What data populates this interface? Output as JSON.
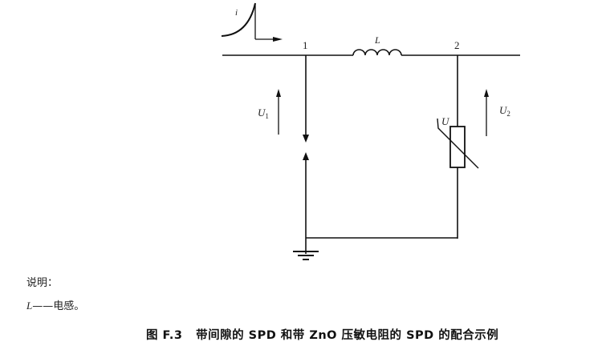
{
  "diagram": {
    "labels": {
      "current": "i",
      "node1": "1",
      "node2": "2",
      "inductor": "L",
      "voltage1_main": "U",
      "voltage1_sub": "1",
      "voltage2_main": "U",
      "voltage2_sub": "2",
      "varistor": "U"
    },
    "components": [
      "current-impulse-source",
      "inductor-L",
      "spark-gap-SPD",
      "ZnO-varistor-SPD",
      "ground"
    ],
    "line_color": "#111111"
  },
  "legend": {
    "heading": "说明：",
    "entry_symbol": "L",
    "entry_dash": "——",
    "entry_text": "电感。"
  },
  "caption": {
    "figure_number": "图 F.3",
    "title": "带间隙的 SPD 和带 ZnO 压敏电阻的 SPD 的配合示例"
  }
}
